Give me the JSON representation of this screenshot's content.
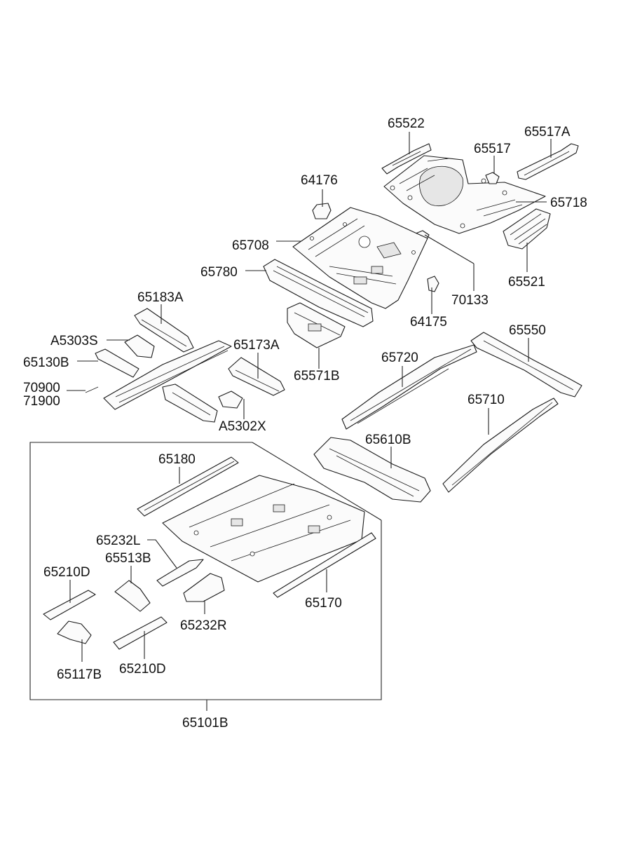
{
  "labels": {
    "p65522": "65522",
    "p65517A": "65517A",
    "p65517": "65517",
    "p65718": "65718",
    "p64176": "64176",
    "p65708": "65708",
    "p65780": "65780",
    "p65521": "65521",
    "p70133": "70133",
    "p64175": "64175",
    "p65183A": "65183A",
    "pA5303S": "A5303S",
    "p65130B": "65130B",
    "p70900": "70900",
    "p71900": "71900",
    "p65173A": "65173A",
    "p65571B": "65571B",
    "pA5302X": "A5302X",
    "p65550": "65550",
    "p65720": "65720",
    "p65710": "65710",
    "p65610B": "65610B",
    "p65180": "65180",
    "p65232L": "65232L",
    "p65513B": "65513B",
    "p65210D_a": "65210D",
    "p65170": "65170",
    "p65232R": "65232R",
    "p65117B": "65117B",
    "p65210D_b": "65210D",
    "p65101B": "65101B"
  }
}
